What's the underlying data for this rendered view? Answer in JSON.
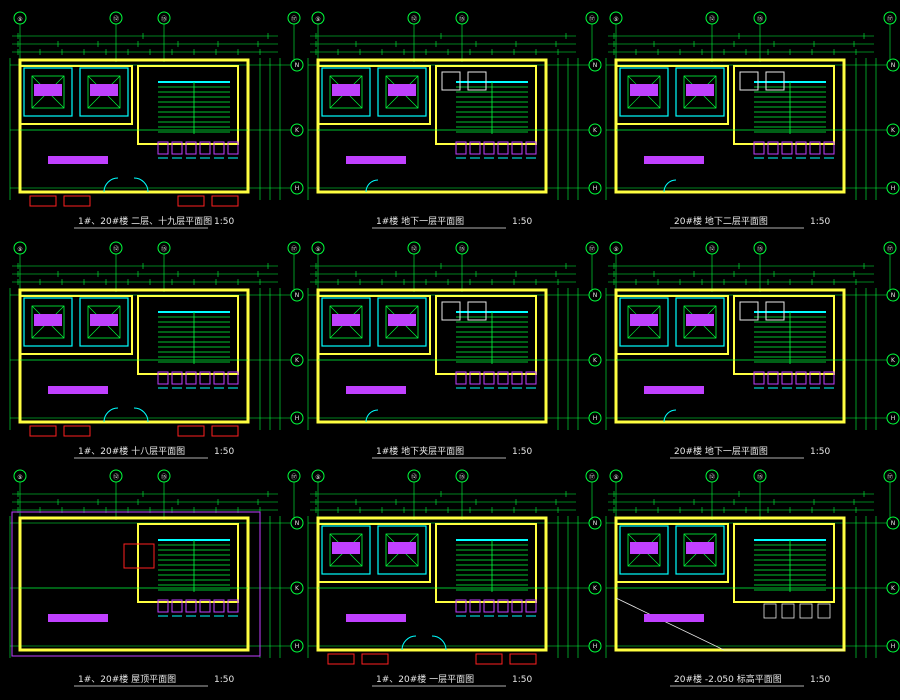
{
  "drawing": {
    "background": "#000000",
    "colors": {
      "wall": "#ffff40",
      "line": "#00ff3c",
      "cyan": "#00ffff",
      "purple": "#c040ff",
      "magenta": "#ff40ff",
      "red": "#ff2020",
      "text": "#e8e8e8"
    },
    "axis_bubbles": {
      "top": [
        "⑨",
        "⑫",
        "⑮",
        "⑰"
      ],
      "right": [
        "N",
        "K",
        "H"
      ]
    },
    "plans": [
      {
        "id": "p1",
        "title": "1#、20#楼 二层、十九层平面图",
        "scale": "1:50",
        "variant": "typical"
      },
      {
        "id": "p2",
        "title": "1#楼 地下一层平面图",
        "scale": "1:50",
        "variant": "basement"
      },
      {
        "id": "p3",
        "title": "20#楼 地下二层平面图",
        "scale": "1:50",
        "variant": "basement"
      },
      {
        "id": "p4",
        "title": "1#、20#楼 十八层平面图",
        "scale": "1:50",
        "variant": "typical"
      },
      {
        "id": "p5",
        "title": "1#楼 地下夹层平面图",
        "scale": "1:50",
        "variant": "basement"
      },
      {
        "id": "p6",
        "title": "20#楼 地下一层平面图",
        "scale": "1:50",
        "variant": "basement"
      },
      {
        "id": "p7",
        "title": "1#、20#楼 屋顶平面图",
        "scale": "1:50",
        "variant": "roof"
      },
      {
        "id": "p8",
        "title": "1#、20#楼 一层平面图",
        "scale": "1:50",
        "variant": "typical"
      },
      {
        "id": "p9",
        "title": "20#楼 -2.050 标高平面图",
        "scale": "1:50",
        "variant": "lower"
      }
    ]
  }
}
